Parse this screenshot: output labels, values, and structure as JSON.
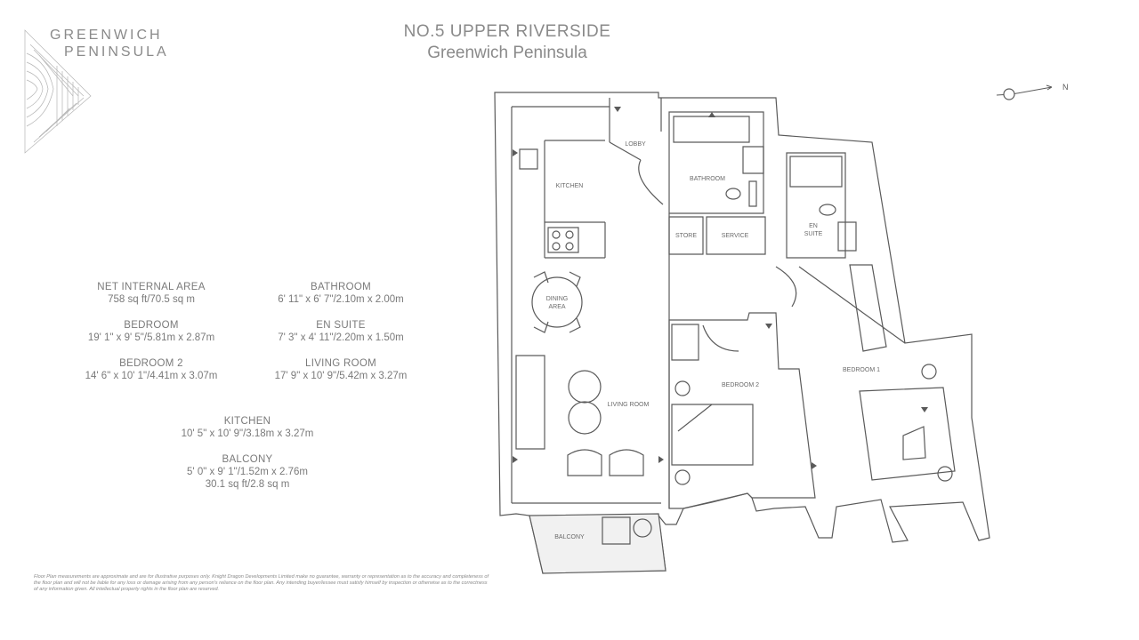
{
  "brand": {
    "line1": "GREENWICH",
    "line2": "PENINSULA"
  },
  "header": {
    "title": "NO.5 UPPER RIVERSIDE",
    "subtitle": "Greenwich Peninsula"
  },
  "compass": {
    "label": "N"
  },
  "specs": [
    {
      "label": "NET INTERNAL AREA",
      "value": "758 sq ft/70.5 sq m"
    },
    {
      "label": "BATHROOM",
      "value": "6' 11\" x 6' 7\"/2.10m x 2.00m"
    },
    {
      "label": "BEDROOM",
      "value": "19' 1\" x 9' 5\"/5.81m x 2.87m"
    },
    {
      "label": "EN SUITE",
      "value": "7' 3\" x 4' 11\"/2.20m x 1.50m"
    },
    {
      "label": "BEDROOM 2",
      "value": "14' 6\" x 10' 1\"/4.41m x 3.07m"
    },
    {
      "label": "LIVING ROOM",
      "value": "17' 9\" x 10' 9\"/5.42m x 3.27m"
    },
    {
      "label": "KITCHEN",
      "value": "10' 5\" x 10' 9\"/3.18m x 3.27m"
    },
    {
      "label": "BALCONY",
      "value": "5' 0\" x 9' 1\"/1.52m x 2.76m",
      "value2": "30.1 sq ft/2.8 sq m"
    }
  ],
  "rooms": {
    "lobby": "LOBBY",
    "kitchen": "KITCHEN",
    "bathroom": "BATHROOM",
    "store": "STORE",
    "service": "SERVICE",
    "en_suite_1": "EN",
    "en_suite_2": "SUITE",
    "dining_1": "DINING",
    "dining_2": "AREA",
    "living": "LIVING ROOM",
    "bedroom2": "BEDROOM 2",
    "bedroom1": "BEDROOM 1",
    "balcony": "BALCONY"
  },
  "disclaimer": "Floor Plan measurements are approximate and are for illustrative purposes only. Knight Dragon Developments Limited make no guarantee, warranty or representation as to the accuracy and completeness of the floor plan and will not be liable for any loss or damage arising from any person's reliance on the floor plan. Any intending buyer/lessee must satisfy himself by inspection or otherwise as to the correctness of any information given. All intellectual property rights in the floor plan are reserved.",
  "colors": {
    "text": "#7a7a7a",
    "line": "#5a5a5a",
    "fill": "#f4f4f4"
  }
}
